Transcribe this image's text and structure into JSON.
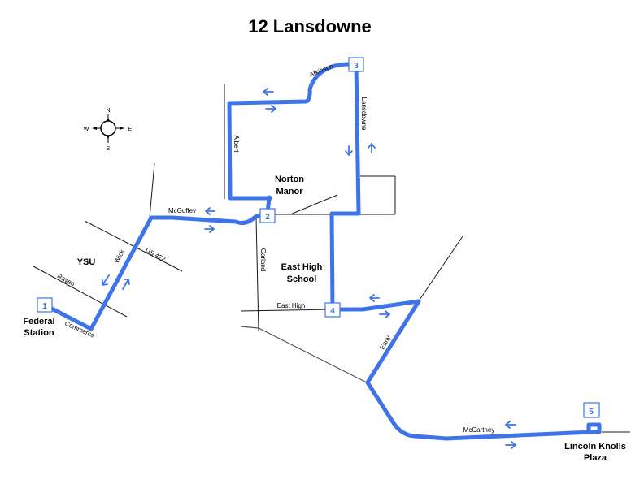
{
  "title": "12 Lansdowne",
  "colors": {
    "route": "#3f74e9",
    "stop_border": "#3f74e9",
    "road": "#1a1a1a"
  },
  "compass": {
    "n": "N",
    "s": "S",
    "e": "E",
    "w": "W"
  },
  "streets": {
    "atkinson": "Atkinson",
    "lansdowne": "Lansdowne",
    "albert": "Albert",
    "mcguffey": "McGuffey",
    "us422": "US 422",
    "wick": "Wick",
    "rayen": "Rayen",
    "commerce": "Commerce",
    "garland": "Garland",
    "east_high": "East High",
    "early": "Early",
    "mccartney": "McCartney"
  },
  "places": {
    "norton_manor_1": "Norton",
    "norton_manor_2": "Manor",
    "ysu": "YSU",
    "federal_1": "Federal",
    "federal_2": "Station",
    "east_high_school_1": "East High",
    "east_high_school_2": "School",
    "lincoln_1": "Lincoln Knolls",
    "lincoln_2": "Plaza"
  },
  "stops": [
    "1",
    "2",
    "3",
    "4",
    "5"
  ]
}
